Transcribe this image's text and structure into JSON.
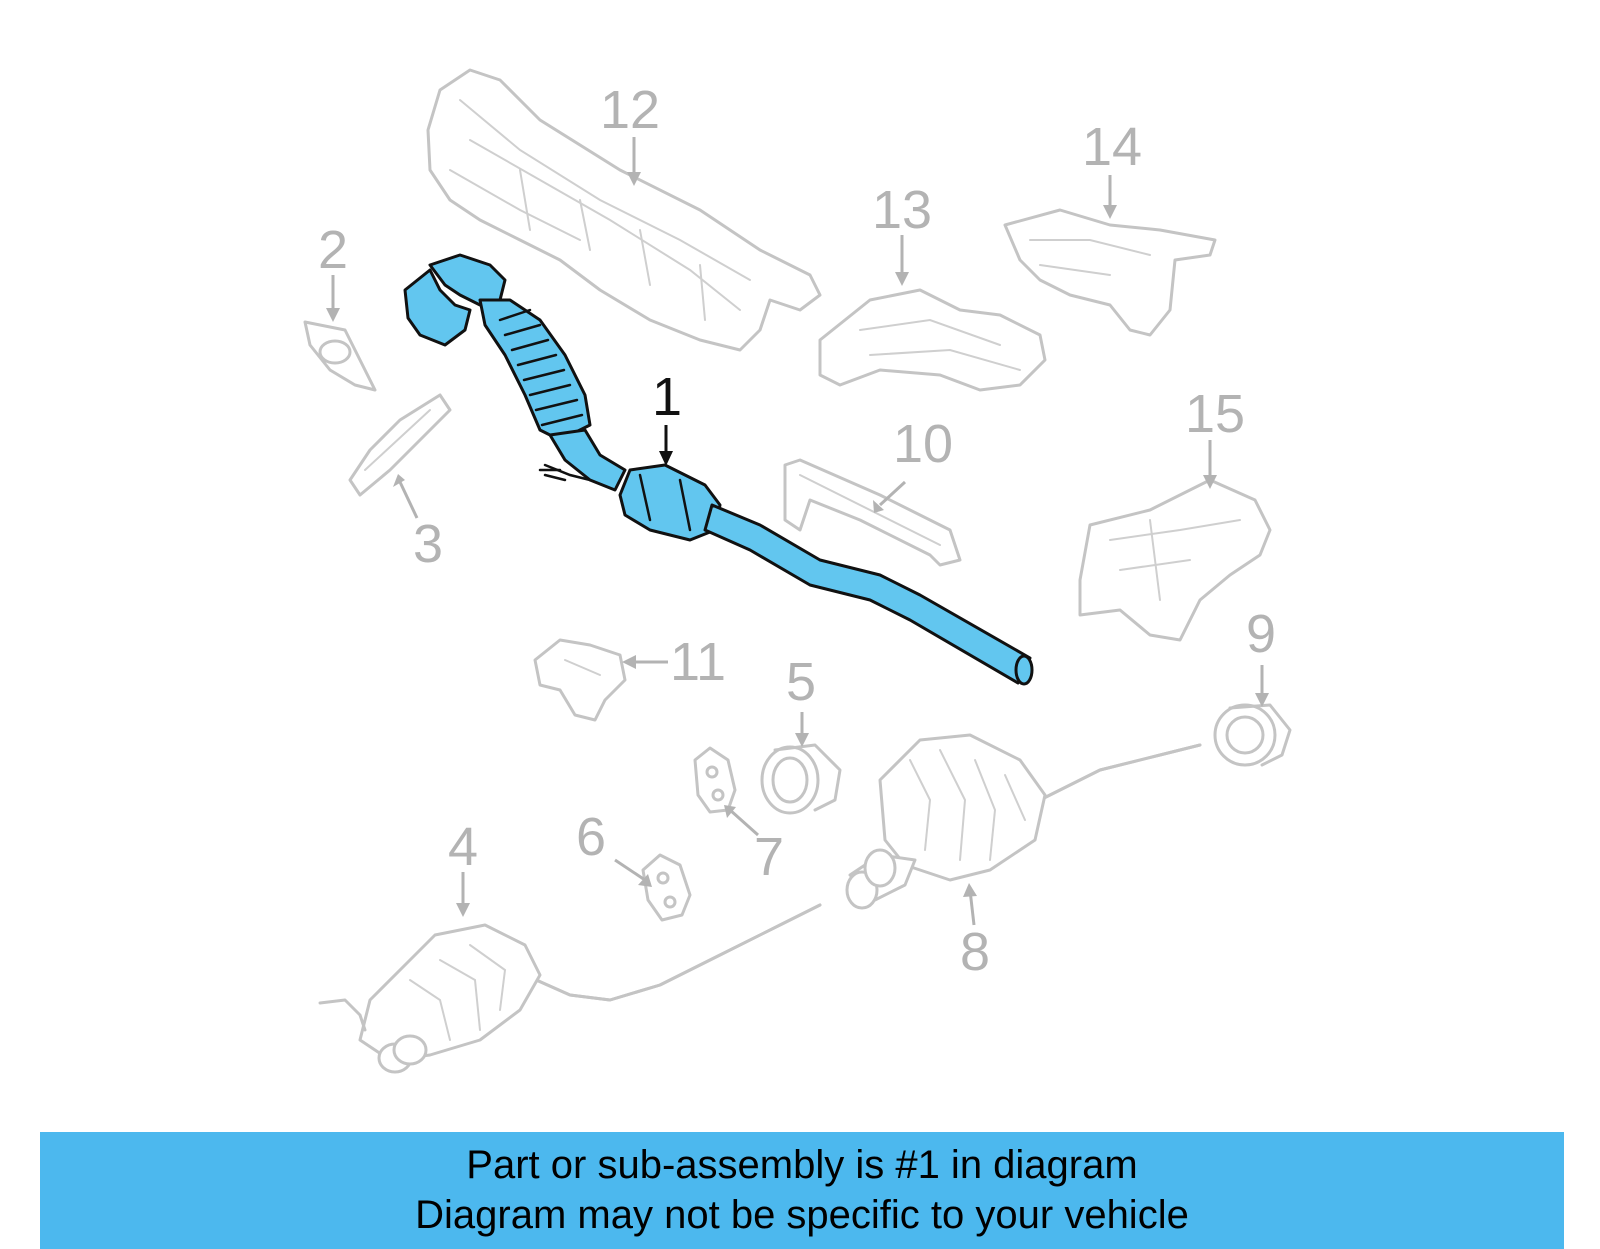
{
  "diagram": {
    "callouts": [
      {
        "id": "1",
        "label": "1"
      },
      {
        "id": "2",
        "label": "2"
      },
      {
        "id": "3",
        "label": "3"
      },
      {
        "id": "4",
        "label": "4"
      },
      {
        "id": "5",
        "label": "5"
      },
      {
        "id": "6",
        "label": "6"
      },
      {
        "id": "7",
        "label": "7"
      },
      {
        "id": "8",
        "label": "8"
      },
      {
        "id": "9",
        "label": "9"
      },
      {
        "id": "10",
        "label": "10"
      },
      {
        "id": "11",
        "label": "11"
      },
      {
        "id": "12",
        "label": "12"
      },
      {
        "id": "13",
        "label": "13"
      },
      {
        "id": "14",
        "label": "14"
      },
      {
        "id": "15",
        "label": "15"
      }
    ],
    "highlight_color": "#62c6ef",
    "ghost_color": "#c4c4c4"
  },
  "banner": {
    "line1": "Part or sub-assembly is #1 in diagram",
    "line2": "Diagram may not be specific to your vehicle",
    "color": "#4cb8ee"
  }
}
